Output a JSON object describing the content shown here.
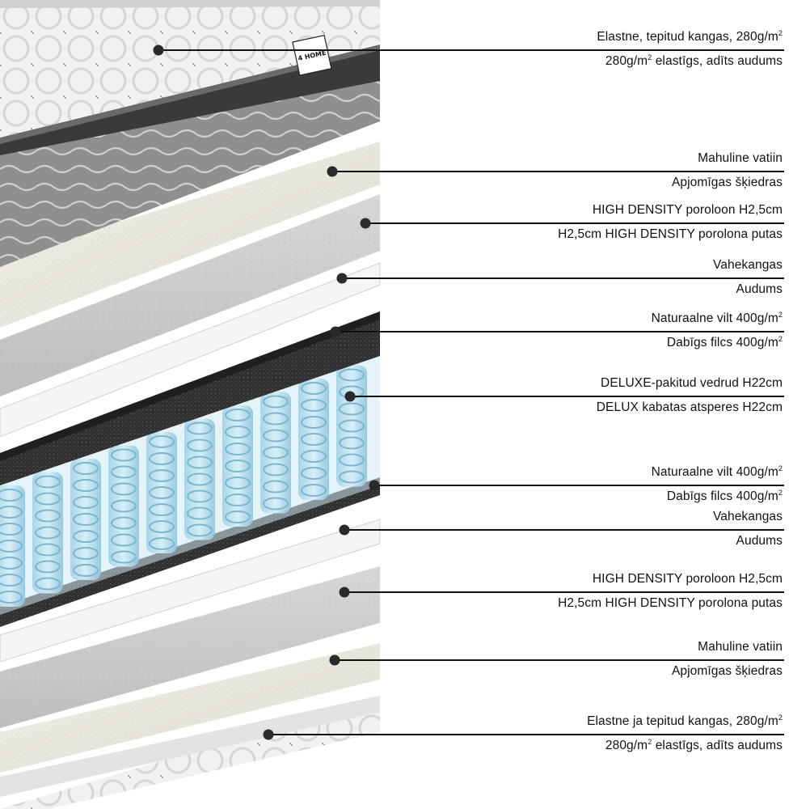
{
  "layers": [
    {
      "label_et": "Elastne, tepitud kangas, 280g/m²",
      "label_lv": "280g/m² elastīgs, adīts audums"
    },
    {
      "label_et": "Mahuline vatiin",
      "label_lv": "Apjomīgas šķiedras"
    },
    {
      "label_et": "HIGH DENSITY poroloon H2,5cm",
      "label_lv": "H2,5cm HIGH DENSITY porolona putas"
    },
    {
      "label_et": "Vahekangas",
      "label_lv": "Audums"
    },
    {
      "label_et": "Naturaalne vilt 400g/m²",
      "label_lv": "Dabīgs filcs 400g/m²"
    },
    {
      "label_et": "DELUXE-pakitud vedrud H22cm",
      "label_lv": "DELUX kabatas atsperes H22cm"
    },
    {
      "label_et": "Naturaalne vilt 400g/m²",
      "label_lv": "Dabīgs filcs 400g/m²"
    },
    {
      "label_et": "Vahekangas",
      "label_lv": "Audums"
    },
    {
      "label_et": "HIGH DENSITY poroloon H2,5cm",
      "label_lv": "H2,5cm HIGH DENSITY porolona putas"
    },
    {
      "label_et": "Mahuline vatiin",
      "label_lv": "Apjomīgas šķiedras"
    },
    {
      "label_et": "Elastne ja tepitud kangas, 280g/m²",
      "label_lv": "280g/m² elastīgs, adīts audums"
    }
  ],
  "logo": {
    "text": "4 HOME"
  },
  "colors": {
    "line": "#111111",
    "dot": "#2a2a2a",
    "spring": "#a8d8ec",
    "felt": "#2b2b2b"
  }
}
